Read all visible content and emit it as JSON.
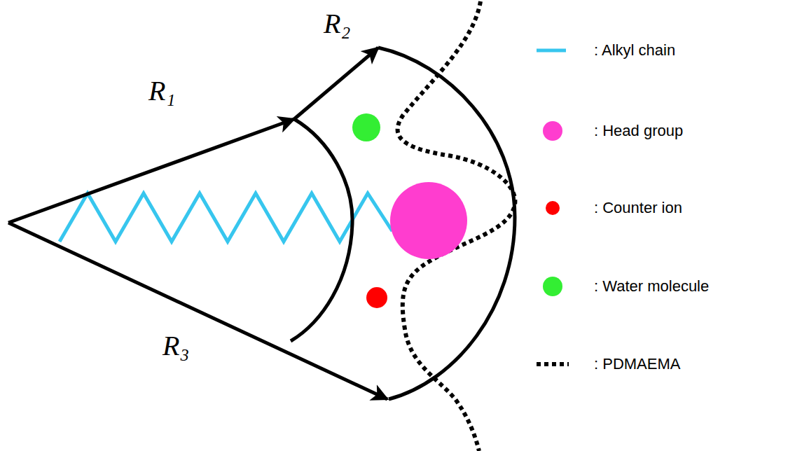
{
  "diagram": {
    "labels": [
      "R₁",
      "R₂",
      "R₃"
    ],
    "legend": [
      {
        "text": ": Alkyl chain",
        "color": "#37c6ee"
      },
      {
        "text": ": Head group",
        "color": "#ff3dcf"
      },
      {
        "text": ": Counter ion",
        "color": "#ff0000"
      },
      {
        "text": ": Water molecule",
        "color": "#33ee33"
      },
      {
        "text": ": PDMAEMA"
      }
    ]
  }
}
